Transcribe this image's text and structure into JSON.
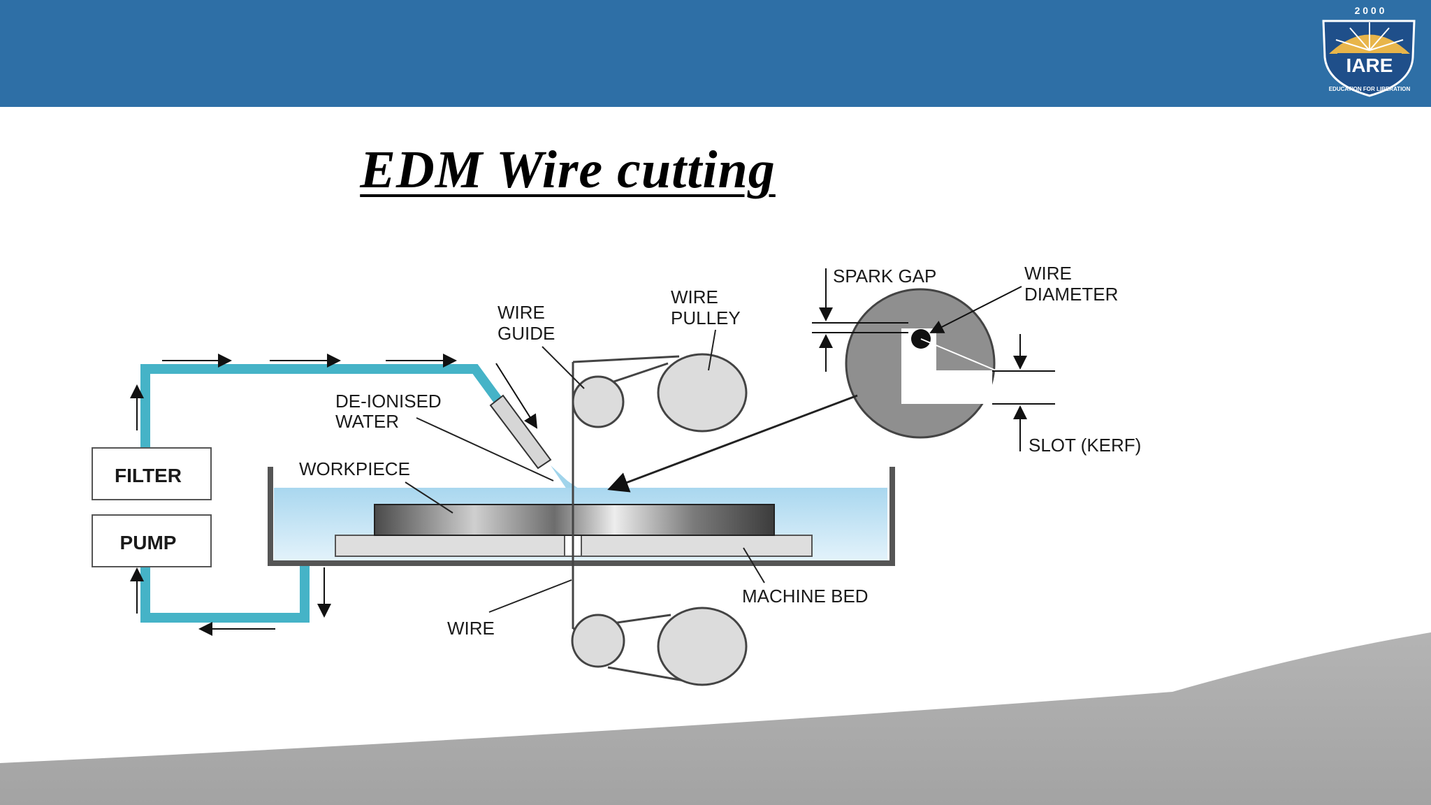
{
  "header": {
    "logo": {
      "text": "IARE",
      "year": "2 0 0 0",
      "motto": "EDUCATION FOR LIBERATION"
    }
  },
  "slide": {
    "title": "EDM Wire cutting"
  },
  "diagram": {
    "labels": {
      "filter": "FILTER",
      "pump": "PUMP",
      "deionised_water_line1": "DE-IONISED",
      "deionised_water_line2": "WATER",
      "workpiece": "WORKPIECE",
      "wire_guide_line1": "WIRE",
      "wire_guide_line2": "GUIDE",
      "wire_pulley_line1": "WIRE",
      "wire_pulley_line2": "PULLEY",
      "spark_gap": "SPARK GAP",
      "wire_diameter_line1": "WIRE",
      "wire_diameter_line2": "DIAMETER",
      "slot_kerf": "SLOT (KERF)",
      "machine_bed": "MACHINE BED",
      "wire": "WIRE"
    },
    "colors": {
      "coolant_pipe": "#45b3c7",
      "water": "#bfe2f3",
      "header": "#2e6fa6"
    }
  }
}
